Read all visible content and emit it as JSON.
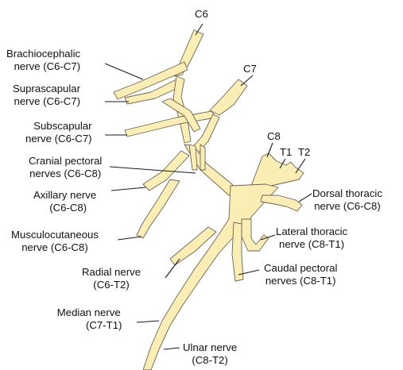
{
  "roots": {
    "c6": "C6",
    "c7": "C7",
    "c8": "C8",
    "t1": "T1",
    "t2": "T2"
  },
  "labels": {
    "brachiocephalic": {
      "name": "Brachiocephalic",
      "line2": "nerve (C6-C7)"
    },
    "suprascapular": {
      "name": "Suprascapular",
      "line2": "nerve (C6-C7)"
    },
    "subscapular": {
      "name": "Subscapular",
      "line2": "nerve (C6-C7)"
    },
    "cranial_pectoral": {
      "name": "Cranial pectoral",
      "line2": "nerves (C6-C8)"
    },
    "axillary": {
      "name": "Axillary nerve",
      "line2": "(C6-C8)"
    },
    "musculocutaneous": {
      "name": "Musculocutaneous",
      "line2": "nerve (C6-C8)"
    },
    "radial": {
      "name": "Radial nerve",
      "line2": "(C6-T2)"
    },
    "median": {
      "name": "Median nerve",
      "line2": "(C7-T1)"
    },
    "ulnar": {
      "name": "Ulnar nerve",
      "line2": "(C8-T2)"
    },
    "dorsal_thoracic": {
      "name": "Dorsal thoracic",
      "line2": "nerve (C6-C8)"
    },
    "lateral_thoracic": {
      "name": "Lateral thoracic",
      "line2": "nerve (C8-T1)"
    },
    "caudal_pectoral": {
      "name": "Caudal pectoral",
      "line2": "nerves (C8-T1)"
    }
  },
  "colors": {
    "nerve_fill": "#fbeeb4",
    "nerve_outline": "#6b6452",
    "text": "#111111"
  }
}
